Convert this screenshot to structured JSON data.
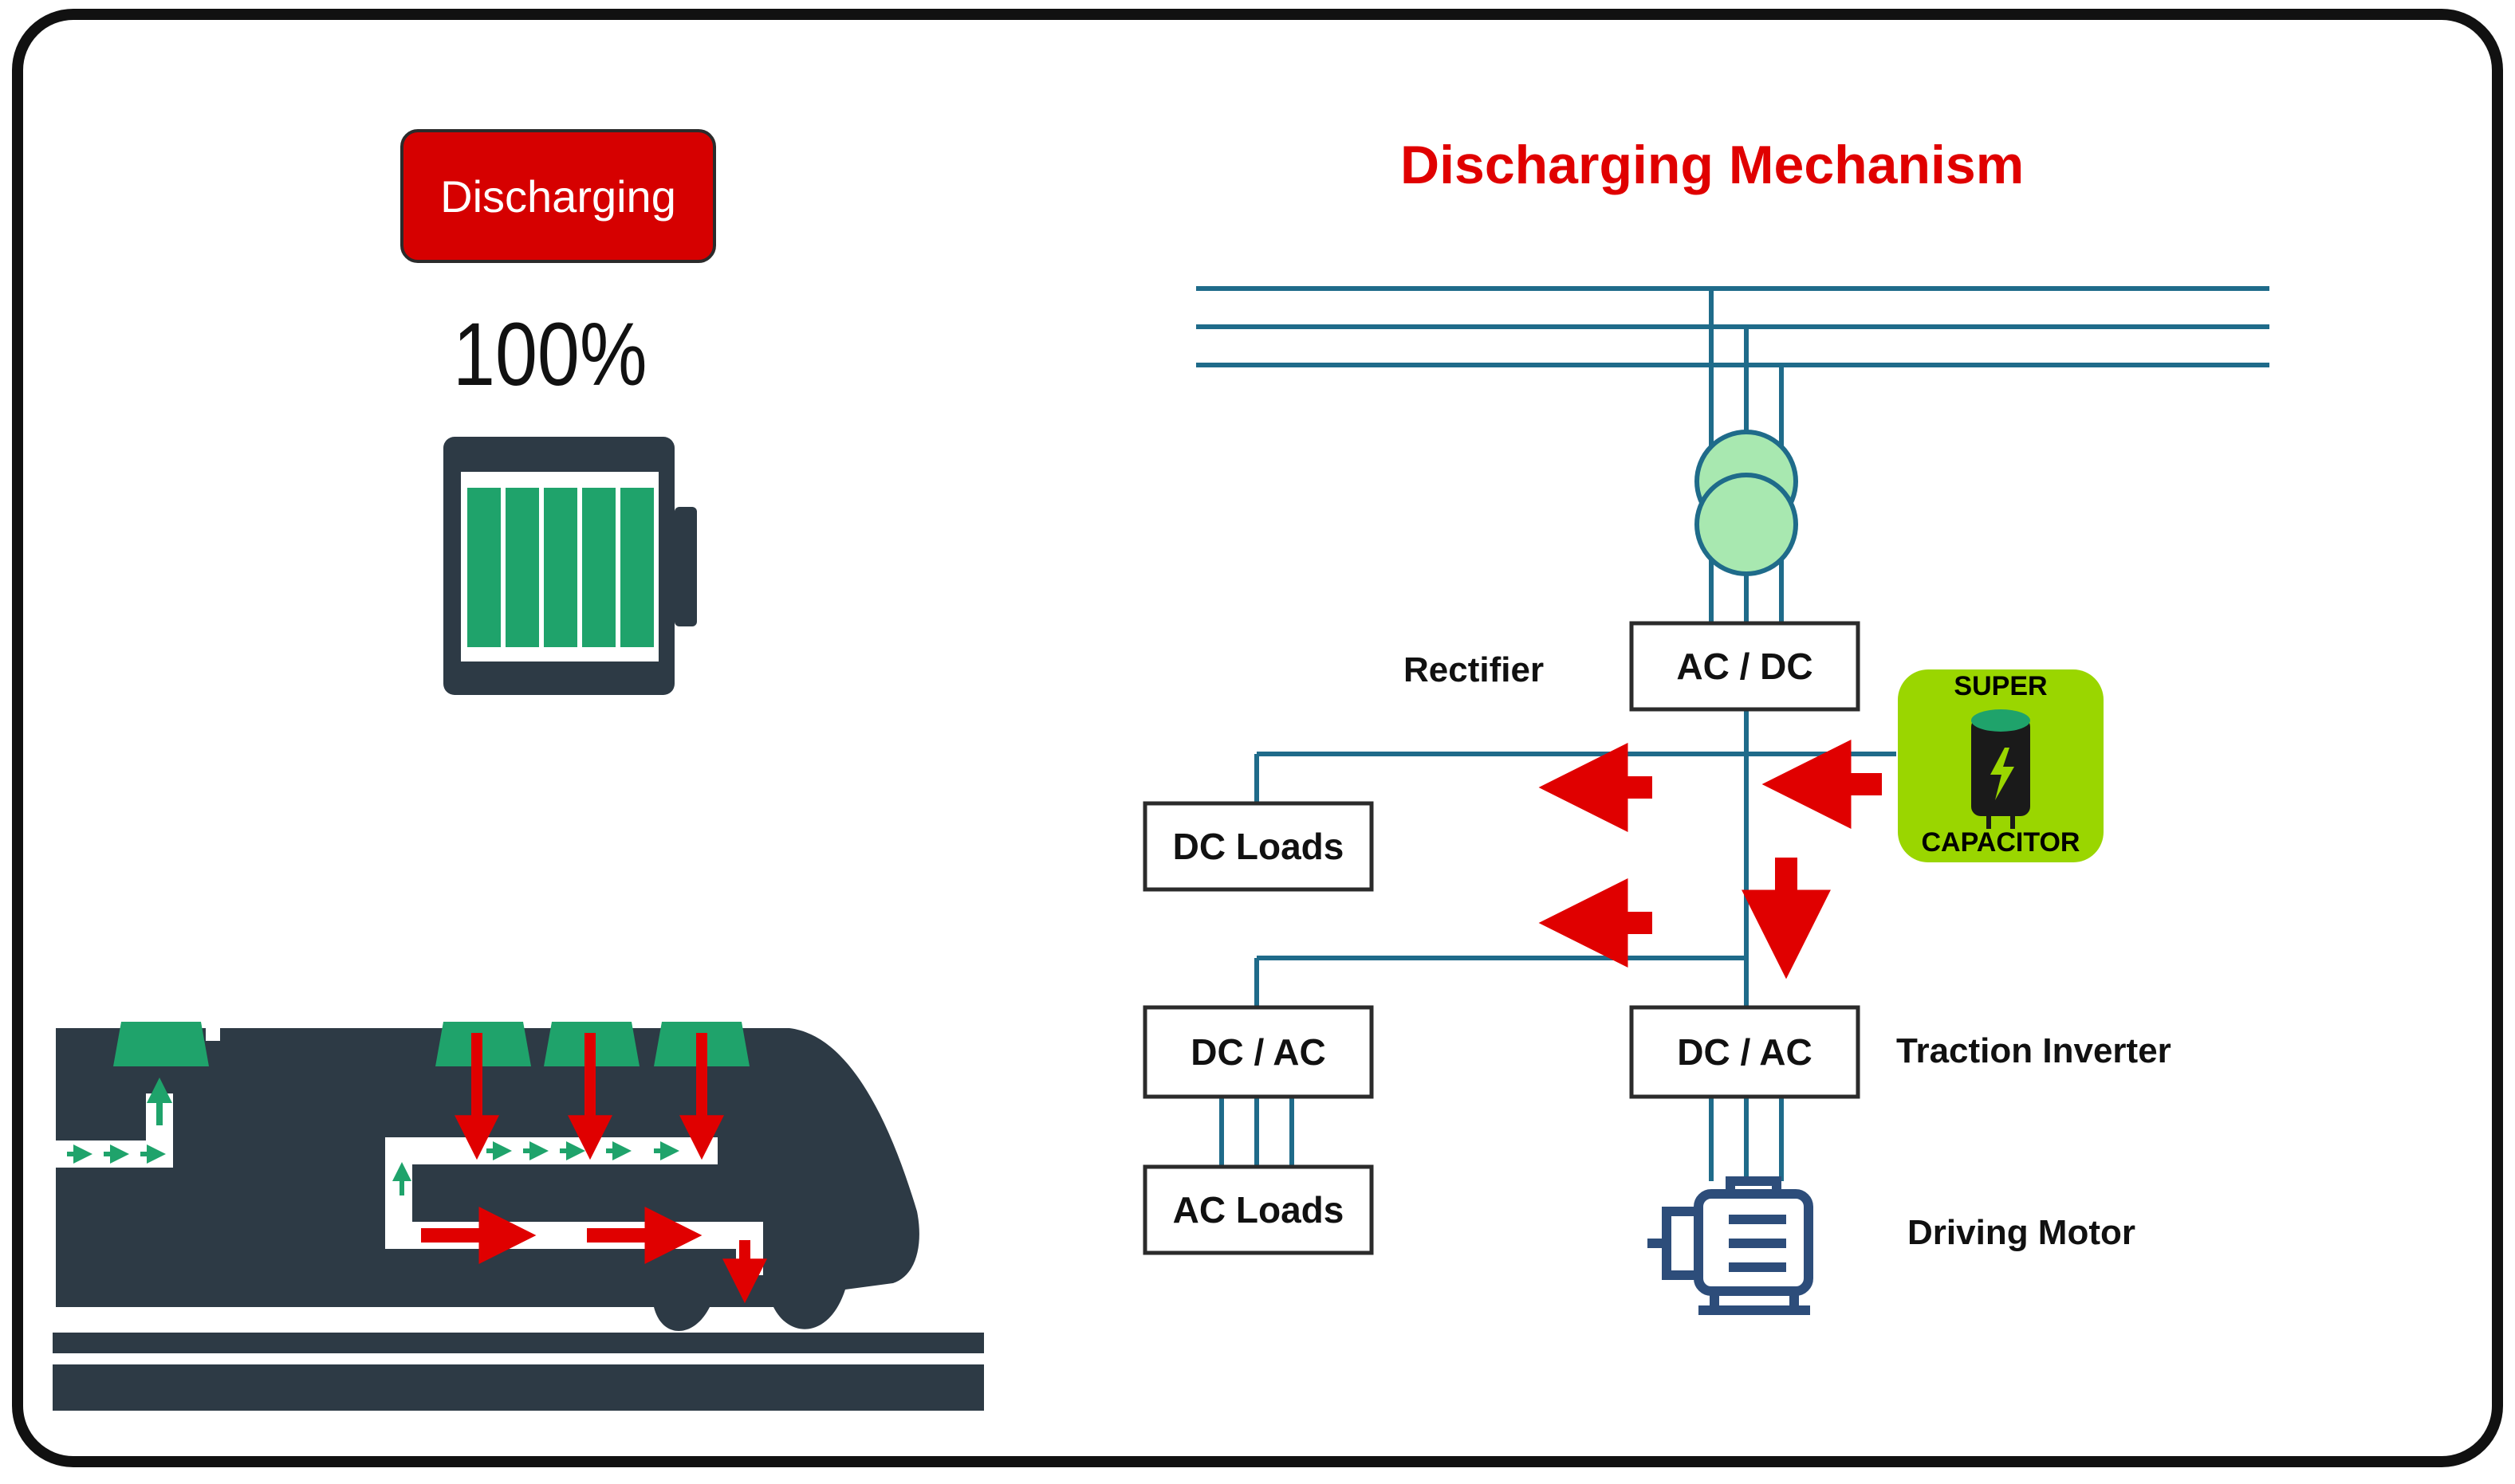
{
  "status_badge": {
    "label": "Discharging"
  },
  "battery": {
    "level_text": "100%",
    "level_fraction": 1.0,
    "cells": 5
  },
  "diagram": {
    "title": "Discharging Mechanism",
    "labels": {
      "rectifier": "Rectifier",
      "traction_inverter": "Traction Inverter",
      "driving_motor": "Driving Motor"
    },
    "boxes": {
      "ac_dc": "AC / DC",
      "dc_loads": "DC Loads",
      "dc_ac_left": "DC / AC",
      "dc_ac_right": "DC / AC",
      "ac_loads": "AC Loads"
    },
    "supercapacitor": {
      "top": "SUPER",
      "bottom": "CAPACITOR"
    }
  },
  "colors": {
    "badge": "#d60000",
    "title": "#e00000",
    "line": "#1f6b8a",
    "arrow": "#e00000",
    "battery_cell": "#1fa36b",
    "transformer": "#a8e8b0",
    "supercap_bg": "#9ad600",
    "train_body": "#2d3a45"
  }
}
